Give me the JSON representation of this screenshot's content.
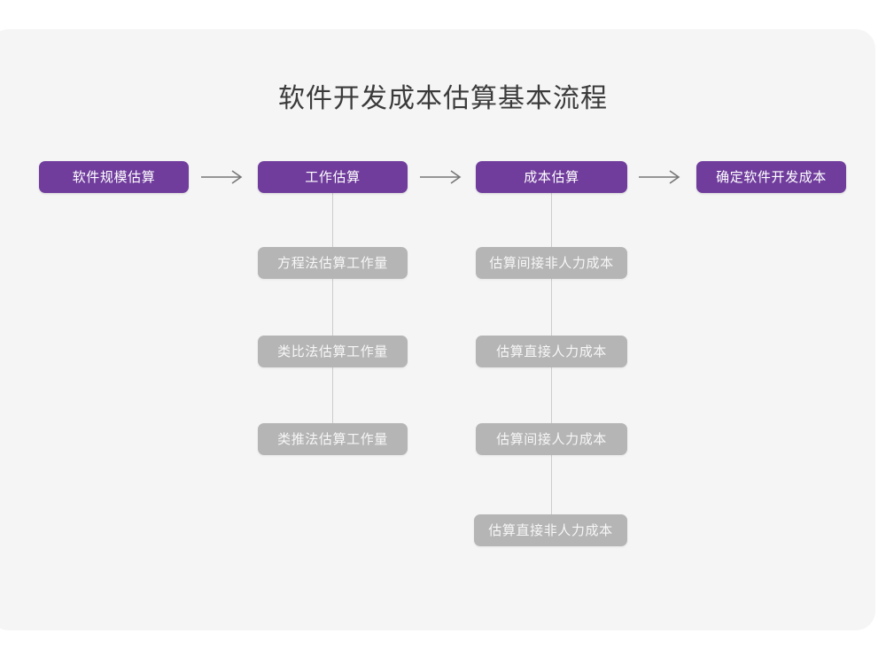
{
  "diagram": {
    "title": "软件开发成本估算基本流程",
    "colors": {
      "canvas": "#f5f5f5",
      "page": "#ffffff",
      "primary_node": "#703d9d",
      "secondary_node": "#b5b5b5",
      "title_text": "#3b3b3b",
      "node_text": "#ffffff",
      "connector": "#cccccc",
      "arrow": "#767676"
    },
    "main_flow": [
      {
        "id": "step-1",
        "label": "软件规模估算"
      },
      {
        "id": "step-2",
        "label": "工作估算"
      },
      {
        "id": "step-3",
        "label": "成本估算"
      },
      {
        "id": "step-4",
        "label": "确定软件开发成本"
      }
    ],
    "arrows": [
      {
        "id": "arrow-1",
        "glyph": "long-right-arrow"
      },
      {
        "id": "arrow-2",
        "glyph": "long-right-arrow"
      },
      {
        "id": "arrow-3",
        "glyph": "long-right-arrow"
      }
    ],
    "branches": [
      {
        "parent": "工作估算",
        "items": [
          "方程法估算工作量",
          "类比法估算工作量",
          "类推法估算工作量"
        ]
      },
      {
        "parent": "成本估算",
        "items": [
          "估算间接非人力成本",
          "估算直接人力成本",
          "估算间接人力成本",
          "估算直接非人力成本"
        ]
      }
    ]
  }
}
